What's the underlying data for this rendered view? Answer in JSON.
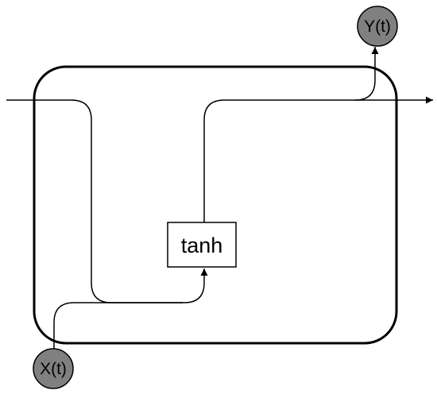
{
  "nodes": {
    "output": {
      "label": "Y(t)"
    },
    "input": {
      "label": "X(t)"
    }
  },
  "activation": {
    "label": "tanh"
  },
  "colors": {
    "stroke": "#000000",
    "node_fill": "#808080",
    "background": "#ffffff"
  }
}
